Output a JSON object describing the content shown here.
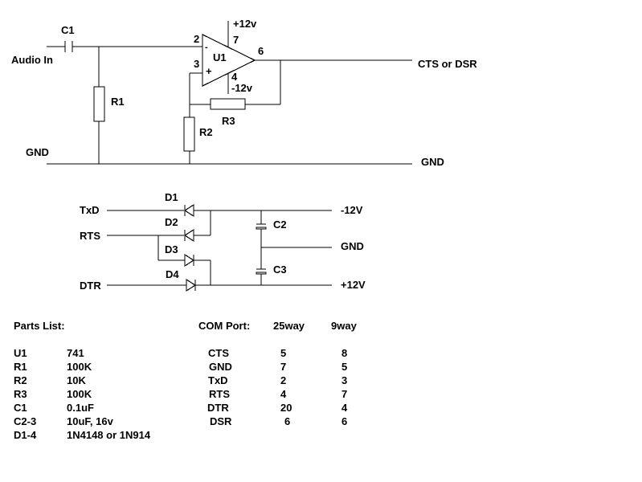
{
  "circuit": {
    "labels": {
      "c1": "C1",
      "audio_in": "Audio In",
      "r1": "R1",
      "gnd_left": "GND",
      "pin2": "2",
      "pin_minus": "-",
      "pin3": "3",
      "pin_plus": "+",
      "u1": "U1",
      "pin7": "7",
      "plus12v": "+12v",
      "pin4": "4",
      "minus12v": "-12v",
      "pin6": "6",
      "r3": "R3",
      "r2": "R2",
      "cts_or_dsr": "CTS or DSR",
      "gnd_right": "GND"
    }
  },
  "supply": {
    "labels": {
      "txd": "TxD",
      "rts": "RTS",
      "dtr": "DTR",
      "d1": "D1",
      "d2": "D2",
      "d3": "D3",
      "d4": "D4",
      "c2": "C2",
      "c3": "C3",
      "minus12V": "-12V",
      "gnd": "GND",
      "plus12V": "+12V"
    }
  },
  "parts_list": {
    "title": "Parts List:",
    "items": [
      {
        "ref": "U1",
        "value": "741"
      },
      {
        "ref": "R1",
        "value": "100K"
      },
      {
        "ref": "R2",
        "value": "10K"
      },
      {
        "ref": "R3",
        "value": "100K"
      },
      {
        "ref": "C1",
        "value": "0.1uF"
      },
      {
        "ref": "C2-3",
        "value": "10uF, 16v"
      },
      {
        "ref": "D1-4",
        "value": "1N4148 or 1N914"
      }
    ]
  },
  "com_port": {
    "headers": [
      "COM Port:",
      "25way",
      "9way"
    ],
    "rows": [
      {
        "signal": "CTS",
        "way25": "5",
        "way9": "8"
      },
      {
        "signal": "GND",
        "way25": "7",
        "way9": "5"
      },
      {
        "signal": "TxD",
        "way25": "2",
        "way9": "3"
      },
      {
        "signal": "RTS",
        "way25": "4",
        "way9": "7"
      },
      {
        "signal": "DTR",
        "way25": "20",
        "way9": "4"
      },
      {
        "signal": "DSR",
        "way25": "6",
        "way9": "6"
      }
    ]
  }
}
